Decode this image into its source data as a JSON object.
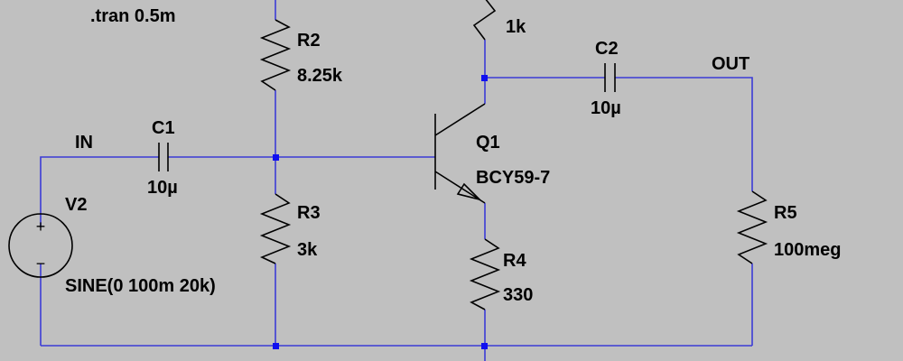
{
  "directive": ".tran 0.5m",
  "nets": {
    "in": "IN",
    "out": "OUT"
  },
  "components": {
    "v2": {
      "name": "V2",
      "value": "SINE(0 100m 20k)",
      "plus": "+",
      "minus": "−"
    },
    "c1": {
      "name": "C1",
      "value": "10µ"
    },
    "c2": {
      "name": "C2",
      "value": "10µ"
    },
    "r1": {
      "value": "1k"
    },
    "r2": {
      "name": "R2",
      "value": "8.25k"
    },
    "r3": {
      "name": "R3",
      "value": "3k"
    },
    "r4": {
      "name": "R4",
      "value": "330"
    },
    "r5": {
      "name": "R5",
      "value": "100meg"
    },
    "q1": {
      "name": "Q1",
      "value": "BCY59-7"
    }
  },
  "colors": {
    "background": "#c0c0c0",
    "wire": "#3b3bd6",
    "junction": "#1010f0",
    "component": "#000000"
  }
}
